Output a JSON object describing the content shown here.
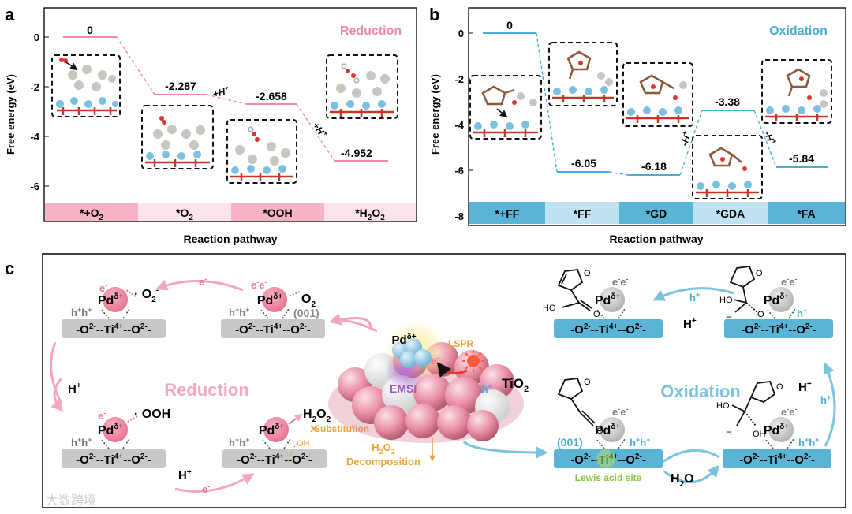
{
  "panel_a": {
    "letter": "a",
    "ylabel": "Free energy (eV)",
    "xlabel": "Reaction pathway",
    "title": "Reduction",
    "yticks": [
      "0",
      "-2",
      "-4",
      "-6"
    ],
    "energies": [
      "0",
      "-2.287",
      "-2.658",
      "-4.952"
    ],
    "steps": [
      "*+O",
      "*O",
      "*OOH",
      "*H",
      "O"
    ],
    "proton1": "+H",
    "proton2": "+H",
    "plus": "+",
    "sub2": "2",
    "colors": {
      "line": "#f08aa4",
      "box1": "#f6b4c6",
      "box2": "#fde4ec"
    }
  },
  "panel_b": {
    "letter": "b",
    "ylabel": "Free energy (eV)",
    "xlabel": "Reaction pathway",
    "title": "Oxidation",
    "yticks": [
      "0",
      "-2",
      "-4",
      "-6",
      "-8"
    ],
    "energies": [
      "0",
      "-6.05",
      "-6.18",
      "-3.38",
      "-5.84"
    ],
    "steps": [
      "*+FF",
      "*FF",
      "*GD",
      "*GDA",
      "*FA"
    ],
    "proton1": "-H",
    "proton2": "-H",
    "plus": "+",
    "colors": {
      "line": "#4aaed0",
      "box1": "#5ab4d6",
      "box2": "#bfe3f1"
    }
  },
  "panel_c": {
    "letter": "c",
    "reduction": "Reduction",
    "oxidation": "Oxidation",
    "lspr": "LSPR",
    "emsi": "EMSI",
    "tio2": "TiO",
    "two": "2",
    "pd": "Pd",
    "delta_plus": "δ+",
    "lattice_o": "-O",
    "lattice_ti": "--Ti",
    "lattice_o2": "--O",
    "charge_o": "2-",
    "charge_ti": "4+",
    "dash": "-",
    "e": "e",
    "minus": "-",
    "h": "h",
    "plus": "+",
    "hh": "h",
    "h_plus": "H",
    "o2": "O",
    "dot_o2": "· O",
    "dot_ooh": "· OOH",
    "h2o2_h": "H",
    "h2o2_o": "O",
    "substitution": "Substitution",
    "oh": "OH",
    "h2o2_decomp_1": "H",
    "h2o2_decomp_2": "O",
    "decomposition": "Decomposition",
    "facet": "(001)",
    "lewis": "Lewis acid site",
    "water": "H",
    "water_o": "O",
    "mol_o": "O",
    "mol_ho": "HO",
    "mol_h": "H",
    "mol_oh": "OH"
  },
  "watermark": "大数跨境"
}
